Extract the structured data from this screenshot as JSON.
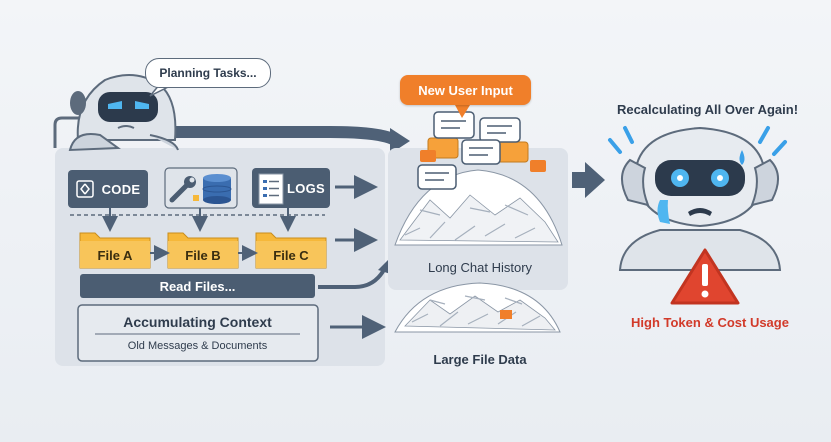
{
  "bubbles": {
    "planning": "Planning Tasks...",
    "new_user_input": "New User Input"
  },
  "tools": {
    "code": "CODE",
    "logs": "LOGS"
  },
  "files": [
    "File A",
    "File B",
    "File C"
  ],
  "read_files": "Read Files...",
  "context": {
    "title": "Accumulating Context",
    "subtitle": "Old Messages & Documents"
  },
  "captions": {
    "long_chat_history": "Long Chat History",
    "large_file_data": "Large File Data"
  },
  "outcome": {
    "heading": "Recalculating All Over Again!",
    "warning": "High Token & Cost Usage"
  },
  "colors": {
    "accent_orange": "#f07f2a",
    "dark_slate": "#4b5d72",
    "folder_yellow": "#f6b83a",
    "warning_red": "#e0452f",
    "sweat_blue": "#3aa0e8"
  },
  "icons": [
    "robot-icon",
    "code-icon",
    "wrench-icon",
    "database-icon",
    "log-document-icon",
    "folder-icon",
    "paper-pile-icon",
    "warning-triangle-icon",
    "arrow-right-icon"
  ]
}
